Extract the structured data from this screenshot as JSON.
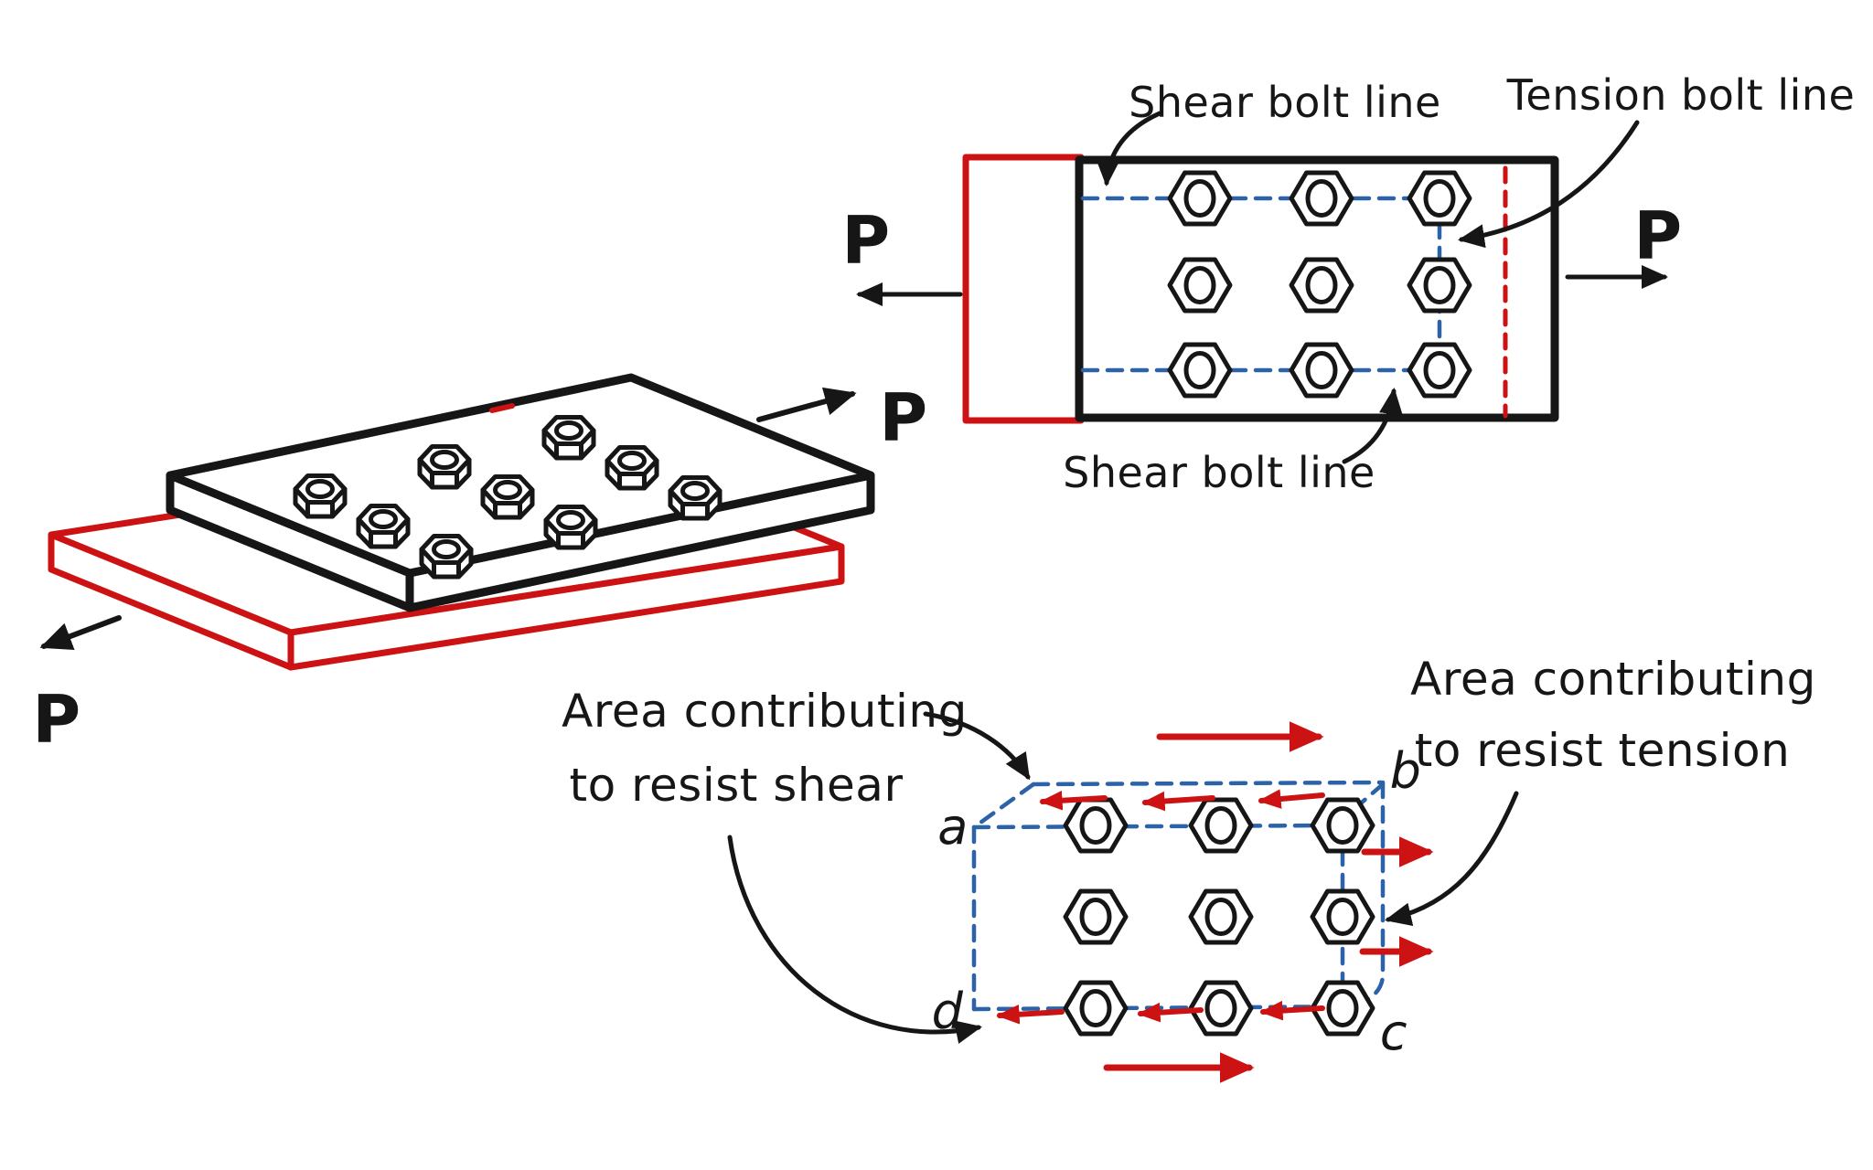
{
  "colors": {
    "ink": "#161616",
    "red": "#cc1212",
    "blue": "#2b62a8"
  },
  "iso_view": {
    "p_left_label": "P",
    "p_right_label": "P",
    "top_plate": "black plate with 9 hex nuts",
    "bottom_plate": "red plate"
  },
  "plan_view": {
    "p_left_label": "P",
    "p_right_label": "P",
    "shear_top_label": "Shear bolt line",
    "tension_label": "Tension bolt line",
    "shear_bottom_label": "Shear bolt line"
  },
  "block_shear_view": {
    "shear_area_label_line1": "Area contributing",
    "shear_area_label_line2": "to resist shear",
    "tension_area_label_line1": "Area contributing",
    "tension_area_label_line2": "to resist tension",
    "corner_a_label": "a",
    "corner_b_label": "b",
    "corner_c_label": "c",
    "corner_d_label": "d"
  }
}
